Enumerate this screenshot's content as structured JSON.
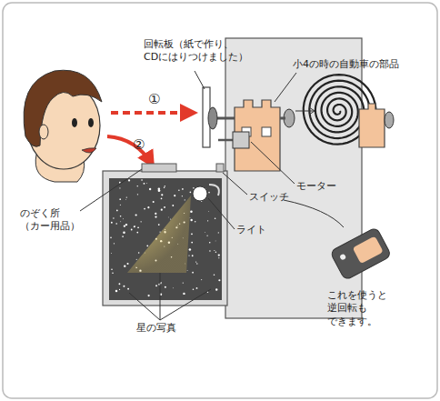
{
  "diagram": {
    "labels": [
      "①",
      "②",
      "回転板（紙で作り、 CDにはりつけました）",
      "小4の時の自動車の部品",
      "モーター",
      "スイッチ",
      "ライト",
      "のぞく所 （カー用品）",
      "星の写真",
      "これを使うと 逆回転も できます。"
    ]
  }
}
